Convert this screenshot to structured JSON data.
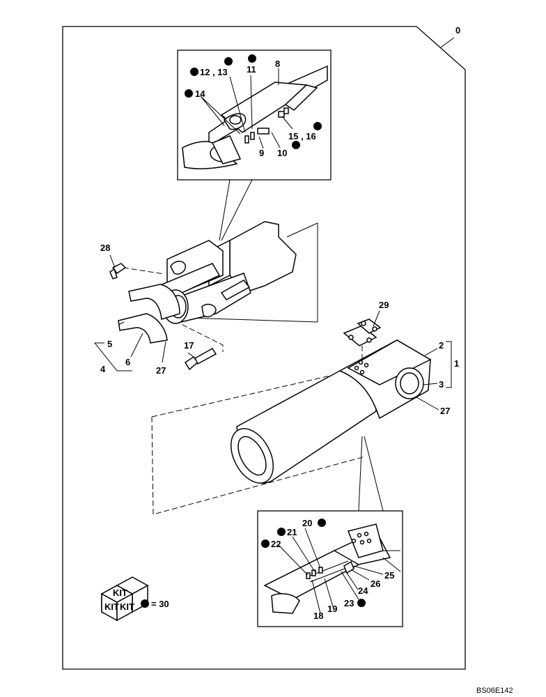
{
  "diagram": {
    "frame_label": "0",
    "drawing_code": "BS06E142",
    "kit_icon_text": "KIT",
    "kit_legend_value": "= 30",
    "labels": {
      "p1": "1",
      "p2": "2",
      "p3": "3",
      "p4": "4",
      "p5": "5",
      "p6": "6",
      "p8": "8",
      "p9": "9",
      "p10": "10",
      "p11": "11",
      "p12_13": "12 , 13",
      "p14": "14",
      "p15_16": "15 , 16",
      "p17": "17",
      "p18": "18",
      "p19": "19",
      "p20": "20",
      "p21": "21",
      "p22": "22",
      "p23": "23",
      "p24": "24",
      "p25": "25",
      "p26": "26",
      "p27a": "27",
      "p27b": "27",
      "p28": "28",
      "p29": "29"
    }
  }
}
